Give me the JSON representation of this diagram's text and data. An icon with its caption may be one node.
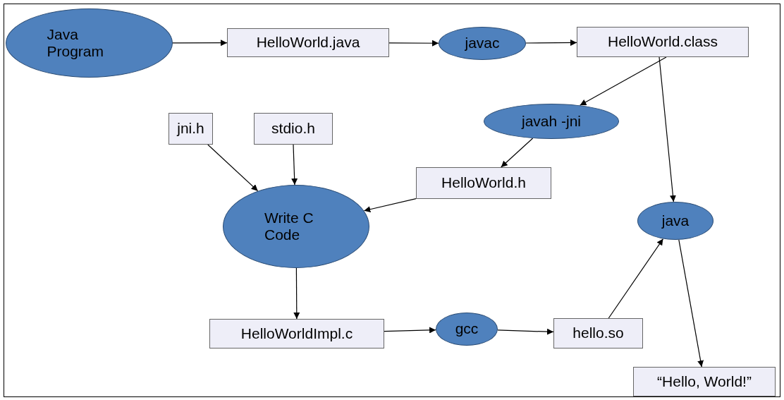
{
  "diagram": {
    "nodes": [
      {
        "text": [
          "Java Program"
        ]
      },
      {
        "text": [
          "HelloWorld.java"
        ]
      },
      {
        "text": [
          "javac"
        ]
      },
      {
        "text": [
          "HelloWorld.class"
        ]
      },
      {
        "text": [
          "javah -jni"
        ]
      },
      {
        "text": [
          "jni.h"
        ]
      },
      {
        "text": [
          "stdio.h"
        ]
      },
      {
        "text": [
          "HelloWorld.h"
        ]
      },
      {
        "text": [
          "Write C Code"
        ]
      },
      {
        "text": [
          "java"
        ]
      },
      {
        "text": [
          "HelloWorldImpl.c"
        ]
      },
      {
        "text": [
          "gcc"
        ]
      },
      {
        "text": [
          "hello.so"
        ]
      },
      {
        "text": [
          "“Hello, World!”"
        ]
      }
    ],
    "edges": [
      {
        "from": 0,
        "to": 1,
        "arrow": "to"
      },
      {
        "from": 1,
        "to": 2,
        "arrow": "to"
      },
      {
        "from": 2,
        "to": 3,
        "arrow": "to"
      },
      {
        "from": 3,
        "to": 4,
        "arrow": "to"
      },
      {
        "from": 3,
        "to": 9,
        "arrow": "to"
      },
      {
        "from": 4,
        "to": 7,
        "arrow": "to"
      },
      {
        "from": 7,
        "to": 8,
        "arrow": "to"
      },
      {
        "from": 5,
        "to": 8,
        "arrow": "to"
      },
      {
        "from": 6,
        "to": 8,
        "arrow": "to"
      },
      {
        "from": 8,
        "to": 10,
        "arrow": "to"
      },
      {
        "from": 10,
        "to": 11,
        "arrow": "to"
      },
      {
        "from": 11,
        "to": 12,
        "arrow": "to"
      },
      {
        "from": 12,
        "to": 9,
        "arrow": "to"
      },
      {
        "from": 9,
        "to": 13,
        "arrow": "to"
      }
    ]
  }
}
